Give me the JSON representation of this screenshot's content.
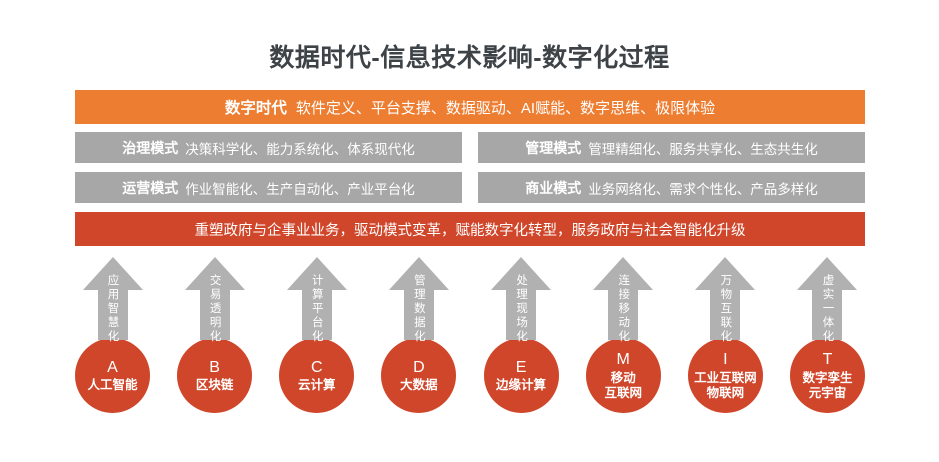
{
  "title": "数据时代-信息技术影响-数字化过程",
  "banners": {
    "digital_era": {
      "label": "数字时代",
      "text": "软件定义、平台支撑、数据驱动、AI赋能、数字思维、极限体验"
    },
    "modes": [
      {
        "label": "治理模式",
        "text": "决策科学化、能力系统化、体系现代化"
      },
      {
        "label": "管理模式",
        "text": "管理精细化、服务共享化、生态共生化"
      },
      {
        "label": "运营模式",
        "text": "作业智能化、生产自动化、产业平台化"
      },
      {
        "label": "商业模式",
        "text": "业务网络化、需求个性化、产品多样化"
      }
    ],
    "impact": "重塑政府与企事业业务，驱动模式变革，赋能数字化转型，服务政府与社会智能化升级"
  },
  "technologies": [
    {
      "arrow_label": "应用智慧化",
      "letter": "A",
      "name_lines": [
        "人工智能"
      ]
    },
    {
      "arrow_label": "交易透明化",
      "letter": "B",
      "name_lines": [
        "区块链"
      ]
    },
    {
      "arrow_label": "计算平台化",
      "letter": "C",
      "name_lines": [
        "云计算"
      ]
    },
    {
      "arrow_label": "管理数据化",
      "letter": "D",
      "name_lines": [
        "大数据"
      ]
    },
    {
      "arrow_label": "处理现场化",
      "letter": "E",
      "name_lines": [
        "边缘计算"
      ]
    },
    {
      "arrow_label": "连接移动化",
      "letter": "M",
      "name_lines": [
        "移动",
        "互联网"
      ]
    },
    {
      "arrow_label": "万物互联化",
      "letter": "I",
      "name_lines": [
        "工业互联网",
        "物联网"
      ]
    },
    {
      "arrow_label": "虚实一体化",
      "letter": "T",
      "name_lines": [
        "数字孪生",
        "元宇宙"
      ]
    }
  ],
  "colors": {
    "orange": "#ED7D31",
    "red": "#D0462A",
    "gray_band": "#A7A7A7",
    "arrow_gray": "#B1B1B1",
    "title": "#3E4347"
  }
}
